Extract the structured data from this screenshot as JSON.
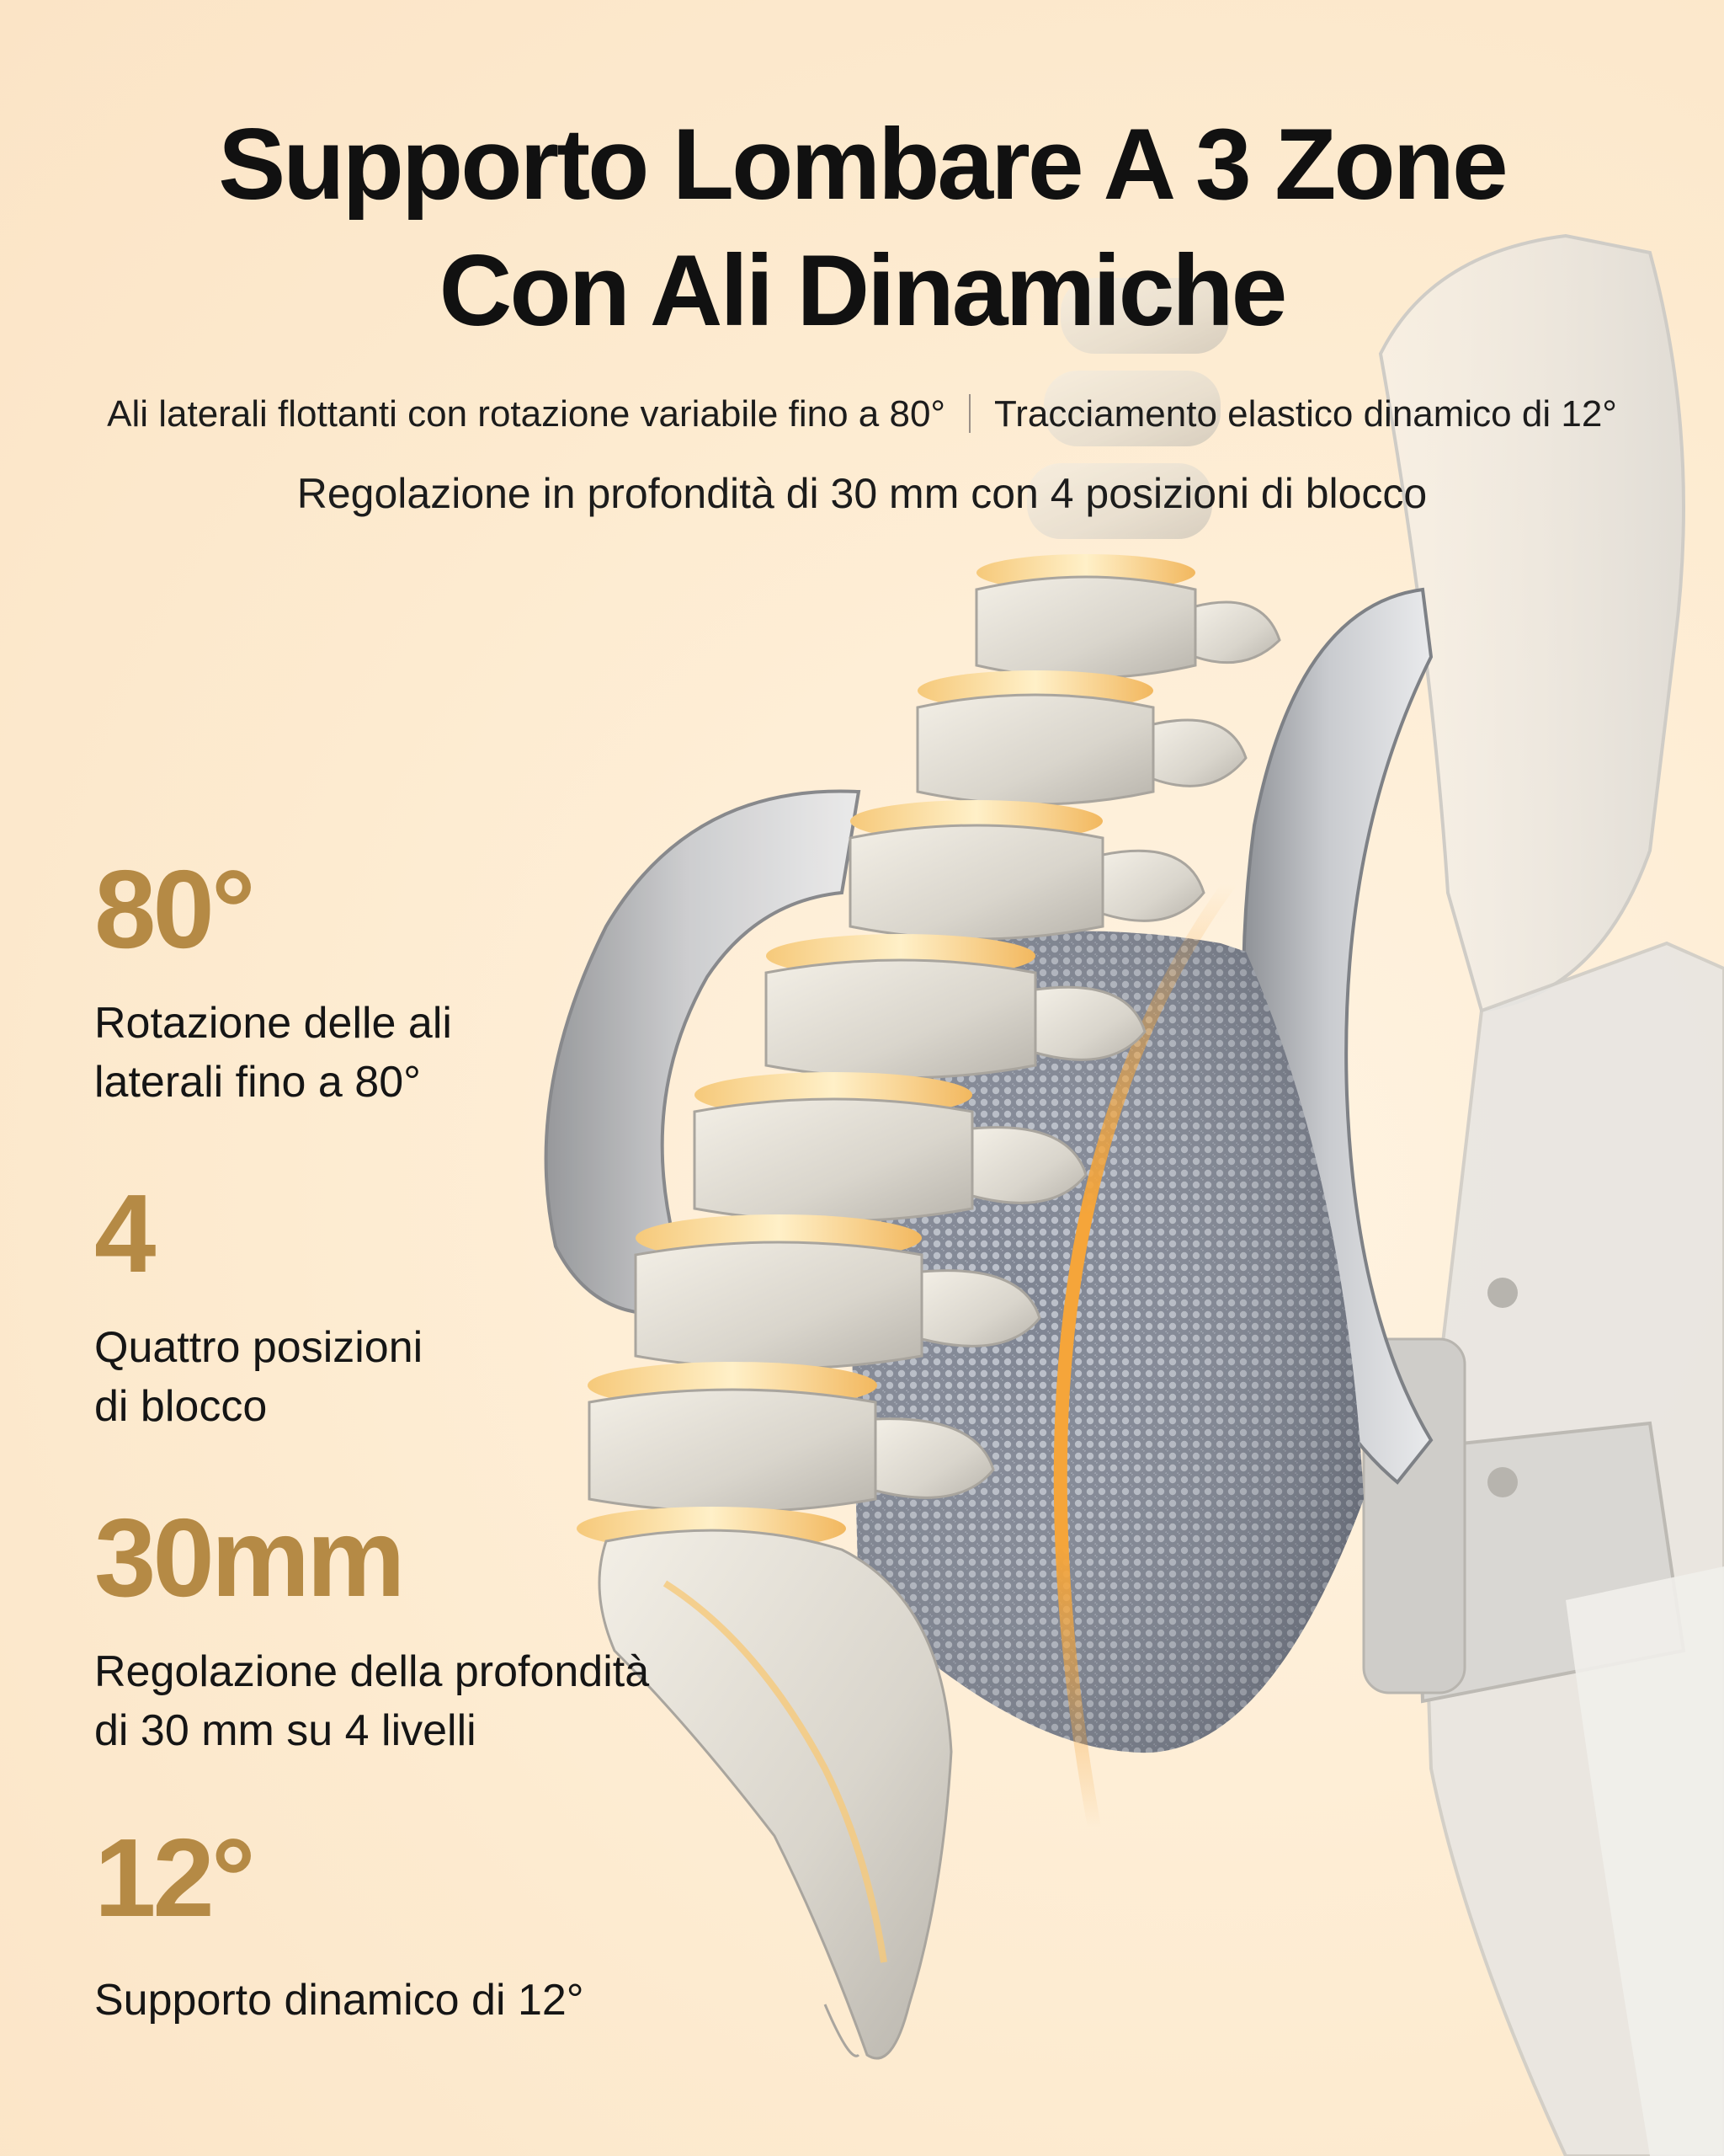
{
  "header": {
    "title_line1": "Supporto Lombare A 3 Zone",
    "title_line2": "Con Ali Dinamiche",
    "subtitle_left": "Ali laterali flottanti con rotazione variabile fino a 80°",
    "subtitle_right": "Tracciamento elastico dinamico di 12°",
    "subtitle_second": "Regolazione in profondità di 30 mm con 4 posizioni di blocco"
  },
  "stats": [
    {
      "value": "80°",
      "line1": "Rotazione delle ali",
      "line2": "laterali fino a 80°"
    },
    {
      "value": "4",
      "line1": "Quattro posizioni",
      "line2": "di blocco"
    },
    {
      "value": "30mm",
      "line1": "Regolazione della profondità",
      "line2": "di 30 mm su 4 livelli"
    },
    {
      "value": "12°",
      "line1": "Supporto dinamico di 12°",
      "line2": ""
    }
  ],
  "colors": {
    "background": "#fdebd0",
    "accent_gold": "#b58a45",
    "accent_orange": "#f5a53a",
    "text": "#111111"
  }
}
